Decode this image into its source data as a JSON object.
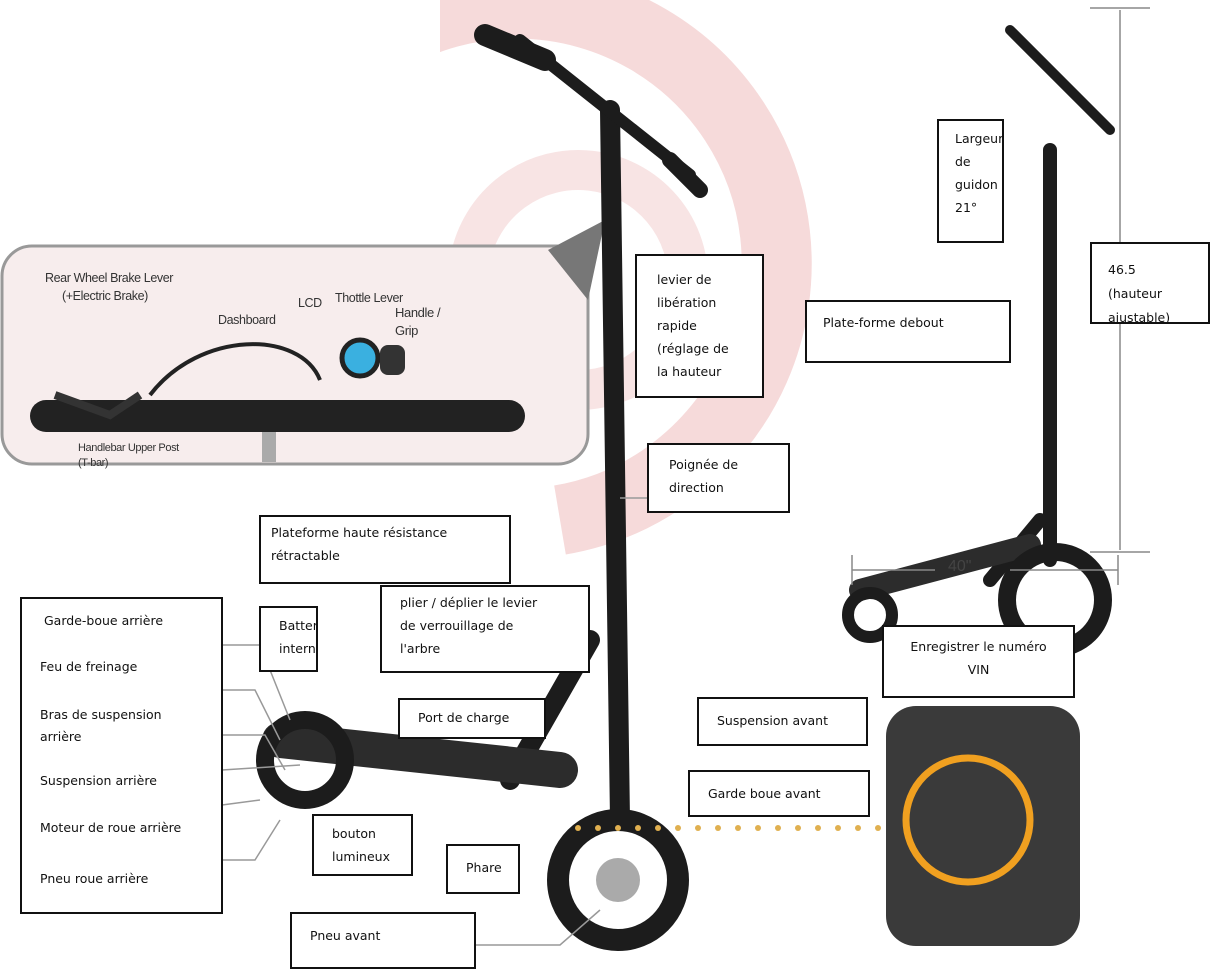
{
  "inset": {
    "rear_brake": "Rear Wheel Brake Lever",
    "rear_brake_sub": "(+Electric Brake)",
    "lcd": "LCD",
    "lcd_sub": "Dashboard",
    "throttle": "Thottle Lever",
    "handle": "Handle /",
    "handle_sub": "Grip",
    "upper_post": "Handlebar Upper Post",
    "upper_post_sub": "(T-bar)"
  },
  "labels": {
    "largeur": [
      "Largeur",
      "de",
      "guidon",
      "21°"
    ],
    "hauteur": [
      "46.5",
      "(hauteur",
      "ajustable)"
    ],
    "levier": [
      "levier de",
      "libération",
      "rapide",
      "(réglage de",
      "la hauteur"
    ],
    "plate_forme_debout": "Plate-forme debout",
    "poignee": [
      "Poignée  de",
      "direction"
    ],
    "plateforme_haute": [
      "Plateforme haute résistance",
      "rétractable"
    ],
    "batterie": [
      "Batterie",
      "interne"
    ],
    "plier": [
      "plier / déplier le levier",
      "de verrouillage de",
      "l'arbre"
    ],
    "enregistrer": [
      "Enregistrer le numéro",
      "VIN"
    ],
    "port_charge": "Port de charge",
    "suspension_avant": "Suspension avant",
    "garde_boue_avant": "Garde boue avant",
    "bouton": [
      "bouton",
      "lumineux"
    ],
    "phare": "Phare",
    "pneu_avant": "Pneu avant",
    "rear_list": [
      "Garde-boue arrière",
      "Feu de freinage",
      "Bras de suspension",
      "arrière",
      "Suspension arrière",
      "Moteur de roue arrière",
      "Pneu  roue arrière"
    ]
  },
  "dimensions": {
    "width": "40\""
  },
  "colors": {
    "accent_orange": "#f0a020",
    "watermark": "#f3d3d3"
  }
}
